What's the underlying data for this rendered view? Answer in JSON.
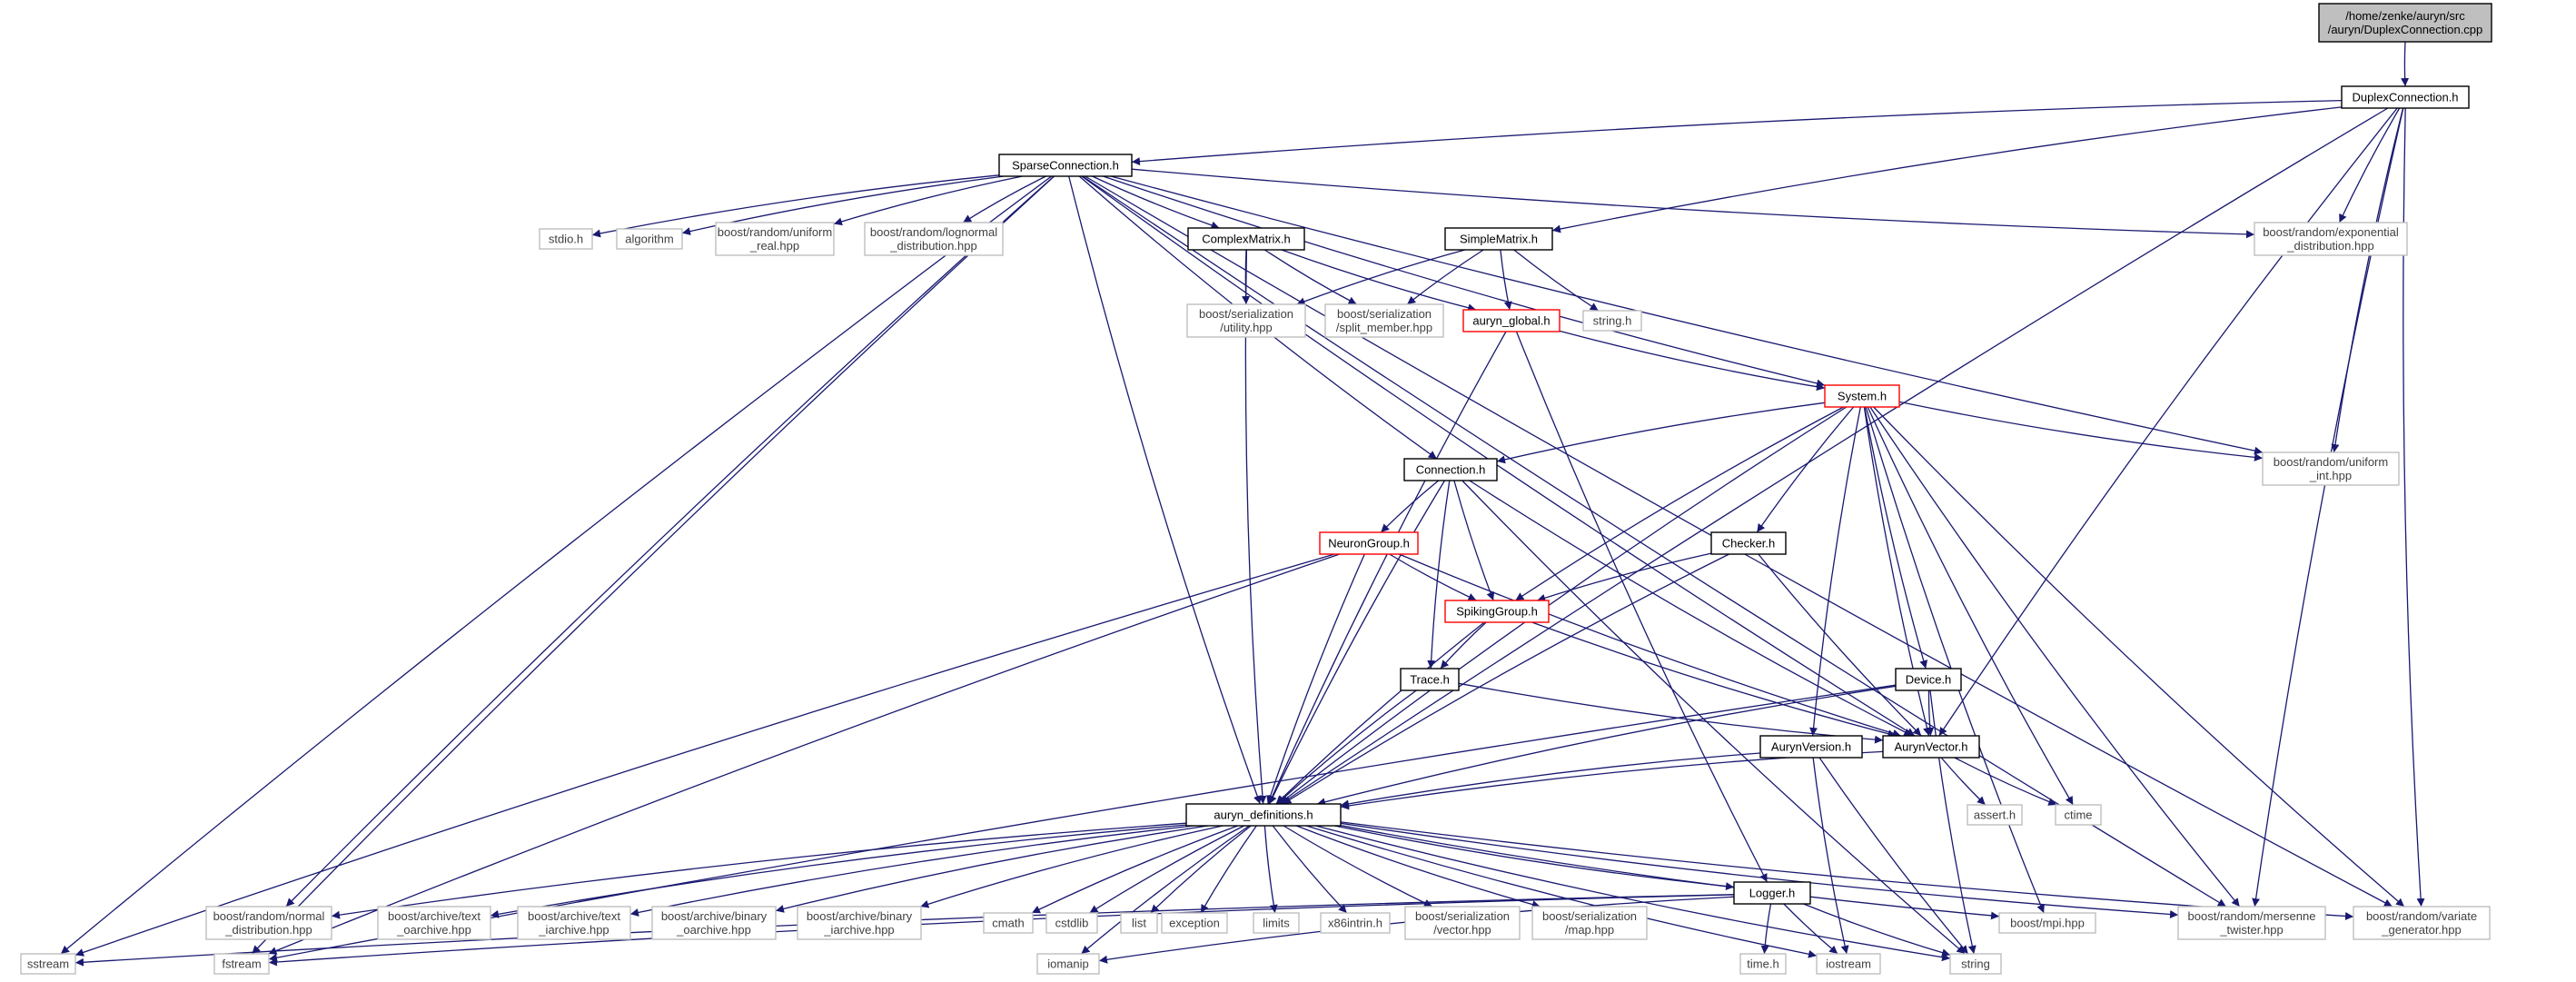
{
  "graph": {
    "nodes": [
      {
        "id": "root",
        "label": [
          "/home/zenke/auryn/src",
          "/auryn/DuplexConnection.cpp"
        ],
        "style": "root"
      },
      {
        "id": "duplex",
        "label": [
          "DuplexConnection.h"
        ],
        "style": "doc"
      },
      {
        "id": "sparse",
        "label": [
          "SparseConnection.h"
        ],
        "style": "doc"
      },
      {
        "id": "sstream",
        "label": [
          "sstream"
        ],
        "style": "ext"
      },
      {
        "id": "fstream",
        "label": [
          "fstream"
        ],
        "style": "ext"
      },
      {
        "id": "normal",
        "label": [
          "boost/random/normal",
          "_distribution.hpp"
        ],
        "style": "ext"
      },
      {
        "id": "stdio",
        "label": [
          "stdio.h"
        ],
        "style": "ext"
      },
      {
        "id": "algorithm",
        "label": [
          "algorithm"
        ],
        "style": "ext"
      },
      {
        "id": "ureal",
        "label": [
          "boost/random/uniform",
          "_real.hpp"
        ],
        "style": "ext"
      },
      {
        "id": "lognormal",
        "label": [
          "boost/random/lognormal",
          "_distribution.hpp"
        ],
        "style": "ext"
      },
      {
        "id": "complex",
        "label": [
          "ComplexMatrix.h"
        ],
        "style": "doc"
      },
      {
        "id": "simple",
        "label": [
          "SimpleMatrix.h"
        ],
        "style": "doc"
      },
      {
        "id": "utility",
        "label": [
          "boost/serialization",
          "/utility.hpp"
        ],
        "style": "ext"
      },
      {
        "id": "splitm",
        "label": [
          "boost/serialization",
          "/split_member.hpp"
        ],
        "style": "ext"
      },
      {
        "id": "global",
        "label": [
          "auryn_global.h"
        ],
        "style": "red"
      },
      {
        "id": "stringh",
        "label": [
          "string.h"
        ],
        "style": "ext"
      },
      {
        "id": "expo",
        "label": [
          "boost/random/exponential",
          "_distribution.hpp"
        ],
        "style": "ext"
      },
      {
        "id": "system",
        "label": [
          "System.h"
        ],
        "style": "red"
      },
      {
        "id": "uint",
        "label": [
          "boost/random/uniform",
          "_int.hpp"
        ],
        "style": "ext"
      },
      {
        "id": "connection",
        "label": [
          "Connection.h"
        ],
        "style": "doc"
      },
      {
        "id": "neuron",
        "label": [
          "NeuronGroup.h"
        ],
        "style": "red"
      },
      {
        "id": "checker",
        "label": [
          "Checker.h"
        ],
        "style": "doc"
      },
      {
        "id": "spiking",
        "label": [
          "SpikingGroup.h"
        ],
        "style": "red"
      },
      {
        "id": "trace",
        "label": [
          "Trace.h"
        ],
        "style": "doc"
      },
      {
        "id": "device",
        "label": [
          "Device.h"
        ],
        "style": "doc"
      },
      {
        "id": "version",
        "label": [
          "AurynVersion.h"
        ],
        "style": "doc"
      },
      {
        "id": "vector",
        "label": [
          "AurynVector.h"
        ],
        "style": "doc"
      },
      {
        "id": "defs",
        "label": [
          "auryn_definitions.h"
        ],
        "style": "doc"
      },
      {
        "id": "asserth",
        "label": [
          "assert.h"
        ],
        "style": "ext"
      },
      {
        "id": "ctime",
        "label": [
          "ctime"
        ],
        "style": "ext"
      },
      {
        "id": "otext",
        "label": [
          "boost/archive/text",
          "_oarchive.hpp"
        ],
        "style": "ext"
      },
      {
        "id": "itext",
        "label": [
          "boost/archive/text",
          "_iarchive.hpp"
        ],
        "style": "ext"
      },
      {
        "id": "obin",
        "label": [
          "boost/archive/binary",
          "_oarchive.hpp"
        ],
        "style": "ext"
      },
      {
        "id": "ibin",
        "label": [
          "boost/archive/binary",
          "_iarchive.hpp"
        ],
        "style": "ext"
      },
      {
        "id": "cmath",
        "label": [
          "cmath"
        ],
        "style": "ext"
      },
      {
        "id": "cstdlib",
        "label": [
          "cstdlib"
        ],
        "style": "ext"
      },
      {
        "id": "list",
        "label": [
          "list"
        ],
        "style": "ext"
      },
      {
        "id": "exception",
        "label": [
          "exception"
        ],
        "style": "ext"
      },
      {
        "id": "limits",
        "label": [
          "limits"
        ],
        "style": "ext"
      },
      {
        "id": "x86",
        "label": [
          "x86intrin.h"
        ],
        "style": "ext"
      },
      {
        "id": "svector",
        "label": [
          "boost/serialization",
          "/vector.hpp"
        ],
        "style": "ext"
      },
      {
        "id": "smap",
        "label": [
          "boost/serialization",
          "/map.hpp"
        ],
        "style": "ext"
      },
      {
        "id": "logger",
        "label": [
          "Logger.h"
        ],
        "style": "doc"
      },
      {
        "id": "mpi",
        "label": [
          "boost/mpi.hpp"
        ],
        "style": "ext"
      },
      {
        "id": "mersenne",
        "label": [
          "boost/random/mersenne",
          "_twister.hpp"
        ],
        "style": "ext"
      },
      {
        "id": "variate",
        "label": [
          "boost/random/variate",
          "_generator.hpp"
        ],
        "style": "ext"
      },
      {
        "id": "iomanip",
        "label": [
          "iomanip"
        ],
        "style": "ext"
      },
      {
        "id": "timeh",
        "label": [
          "time.h"
        ],
        "style": "ext"
      },
      {
        "id": "iostream",
        "label": [
          "iostream"
        ],
        "style": "ext"
      },
      {
        "id": "string",
        "label": [
          "string"
        ],
        "style": "ext"
      }
    ],
    "edges": [
      [
        "root",
        "duplex"
      ],
      [
        "duplex",
        "sparse"
      ],
      [
        "duplex",
        "defs"
      ],
      [
        "duplex",
        "simple"
      ],
      [
        "duplex",
        "expo"
      ],
      [
        "duplex",
        "uint"
      ],
      [
        "duplex",
        "vector"
      ],
      [
        "duplex",
        "mersenne"
      ],
      [
        "duplex",
        "variate"
      ],
      [
        "sparse",
        "sstream"
      ],
      [
        "sparse",
        "fstream"
      ],
      [
        "sparse",
        "normal"
      ],
      [
        "sparse",
        "stdio"
      ],
      [
        "sparse",
        "algorithm"
      ],
      [
        "sparse",
        "ureal"
      ],
      [
        "sparse",
        "lognormal"
      ],
      [
        "sparse",
        "complex"
      ],
      [
        "sparse",
        "defs"
      ],
      [
        "sparse",
        "connection"
      ],
      [
        "sparse",
        "system"
      ],
      [
        "sparse",
        "vector"
      ],
      [
        "sparse",
        "uint"
      ],
      [
        "sparse",
        "expo"
      ],
      [
        "sparse",
        "mersenne"
      ],
      [
        "sparse",
        "variate"
      ],
      [
        "complex",
        "utility"
      ],
      [
        "complex",
        "splitm"
      ],
      [
        "complex",
        "global"
      ],
      [
        "complex",
        "defs"
      ],
      [
        "simple",
        "utility"
      ],
      [
        "simple",
        "splitm"
      ],
      [
        "simple",
        "global"
      ],
      [
        "simple",
        "stringh"
      ],
      [
        "global",
        "system"
      ],
      [
        "global",
        "defs"
      ],
      [
        "global",
        "logger"
      ],
      [
        "system",
        "connection"
      ],
      [
        "system",
        "defs"
      ],
      [
        "system",
        "spiking"
      ],
      [
        "system",
        "checker"
      ],
      [
        "system",
        "device"
      ],
      [
        "system",
        "version"
      ],
      [
        "system",
        "vector"
      ],
      [
        "system",
        "uint"
      ],
      [
        "system",
        "ctime"
      ],
      [
        "system",
        "mpi"
      ],
      [
        "system",
        "mersenne"
      ],
      [
        "system",
        "variate"
      ],
      [
        "connection",
        "neuron"
      ],
      [
        "connection",
        "spiking"
      ],
      [
        "connection",
        "trace"
      ],
      [
        "connection",
        "defs"
      ],
      [
        "connection",
        "vector"
      ],
      [
        "connection",
        "string"
      ],
      [
        "neuron",
        "spiking"
      ],
      [
        "neuron",
        "sstream"
      ],
      [
        "neuron",
        "fstream"
      ],
      [
        "neuron",
        "defs"
      ],
      [
        "neuron",
        "vector"
      ],
      [
        "checker",
        "spiking"
      ],
      [
        "checker",
        "defs"
      ],
      [
        "checker",
        "vector"
      ],
      [
        "spiking",
        "trace"
      ],
      [
        "spiking",
        "defs"
      ],
      [
        "spiking",
        "vector"
      ],
      [
        "trace",
        "defs"
      ],
      [
        "trace",
        "vector"
      ],
      [
        "device",
        "vector"
      ],
      [
        "device",
        "defs"
      ],
      [
        "device",
        "fstream"
      ],
      [
        "device",
        "string"
      ],
      [
        "version",
        "defs"
      ],
      [
        "version",
        "iostream"
      ],
      [
        "version",
        "string"
      ],
      [
        "vector",
        "defs"
      ],
      [
        "vector",
        "asserth"
      ],
      [
        "vector",
        "ctime"
      ],
      [
        "defs",
        "normal"
      ],
      [
        "defs",
        "otext"
      ],
      [
        "defs",
        "itext"
      ],
      [
        "defs",
        "obin"
      ],
      [
        "defs",
        "ibin"
      ],
      [
        "defs",
        "cmath"
      ],
      [
        "defs",
        "cstdlib"
      ],
      [
        "defs",
        "list"
      ],
      [
        "defs",
        "exception"
      ],
      [
        "defs",
        "limits"
      ],
      [
        "defs",
        "x86"
      ],
      [
        "defs",
        "svector"
      ],
      [
        "defs",
        "smap"
      ],
      [
        "defs",
        "logger"
      ],
      [
        "defs",
        "mpi"
      ],
      [
        "defs",
        "mersenne"
      ],
      [
        "defs",
        "variate"
      ],
      [
        "defs",
        "iomanip"
      ],
      [
        "defs",
        "iostream"
      ],
      [
        "defs",
        "string"
      ],
      [
        "logger",
        "sstream"
      ],
      [
        "logger",
        "fstream"
      ],
      [
        "logger",
        "iomanip"
      ],
      [
        "logger",
        "timeh"
      ],
      [
        "logger",
        "iostream"
      ],
      [
        "logger",
        "string"
      ]
    ]
  }
}
